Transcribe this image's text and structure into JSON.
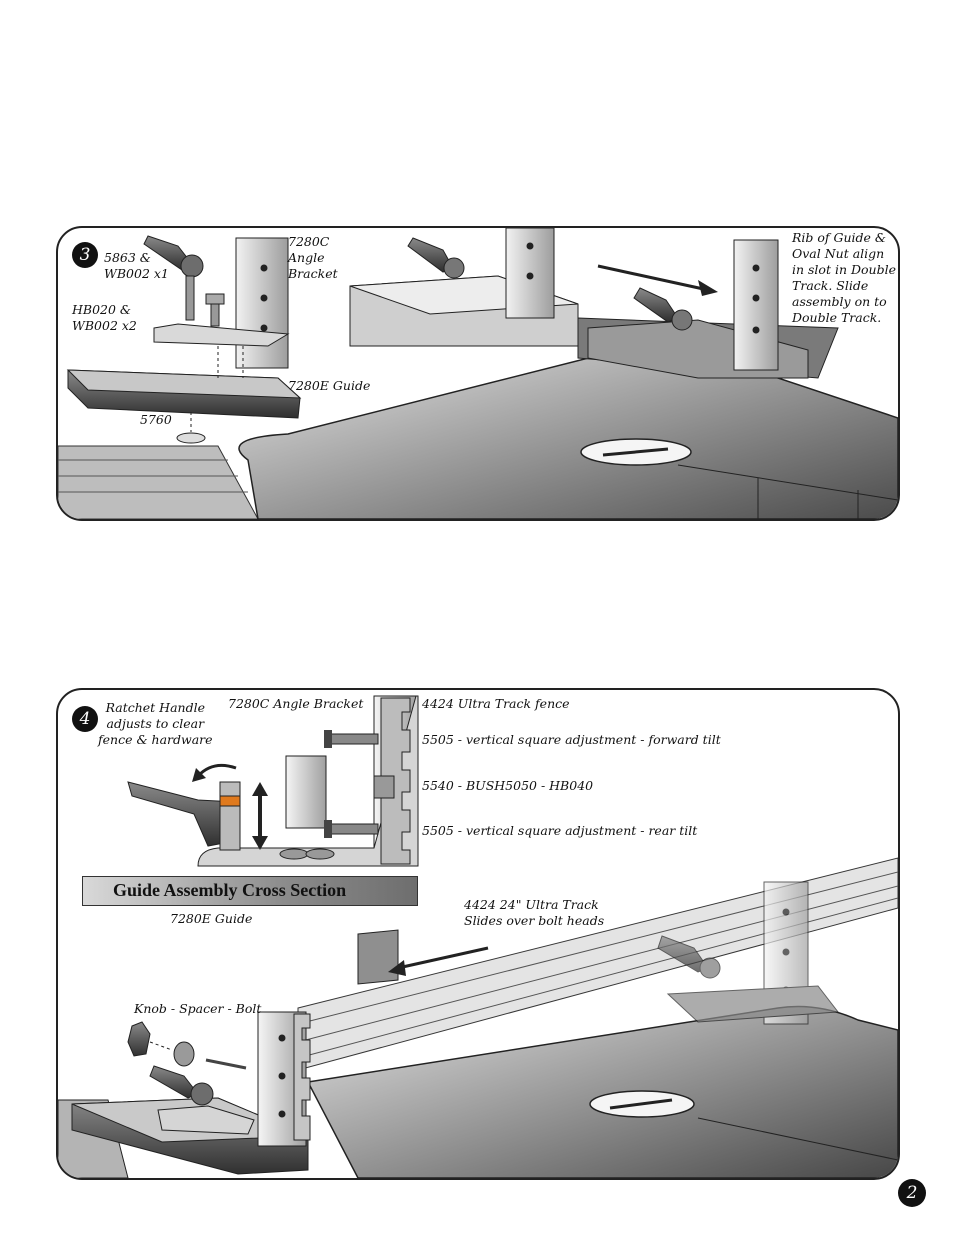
{
  "page_number": "2",
  "step3": {
    "badge": "3",
    "labels": {
      "handle": "5863 &\nWB002 x1",
      "bracket": "7280C\nAngle\nBracket",
      "bolts": "HB020 &\nWB002 x2",
      "guide": "7280E Guide",
      "nut": "5760",
      "note": "Rib of Guide &\nOval Nut align\nin slot in Double\nTrack. Slide\nassembly on to\nDouble Track."
    }
  },
  "step4": {
    "badge": "4",
    "labels": {
      "ratchet": "Ratchet Handle\nadjusts to clear\nfence & hardware",
      "bracket": "7280C Angle Bracket",
      "fence": "4424 Ultra Track fence",
      "adj_forward": "5505 - vertical square adjustment - forward tilt",
      "bushing": "5540 - BUSH5050 - HB040",
      "adj_rear": "5505 - vertical square adjustment - rear tilt",
      "cross_section_title": "Guide Assembly Cross Section",
      "guide": "7280E Guide",
      "track": "4424 24\" Ultra Track\nSlides over bolt heads",
      "knob": "Knob - Spacer - Bolt"
    }
  },
  "colors": {
    "ink": "#111111",
    "metal_dark": "#5a5a5a",
    "metal_light": "#d8d8d8",
    "accent_orange": "#e07a1e"
  }
}
